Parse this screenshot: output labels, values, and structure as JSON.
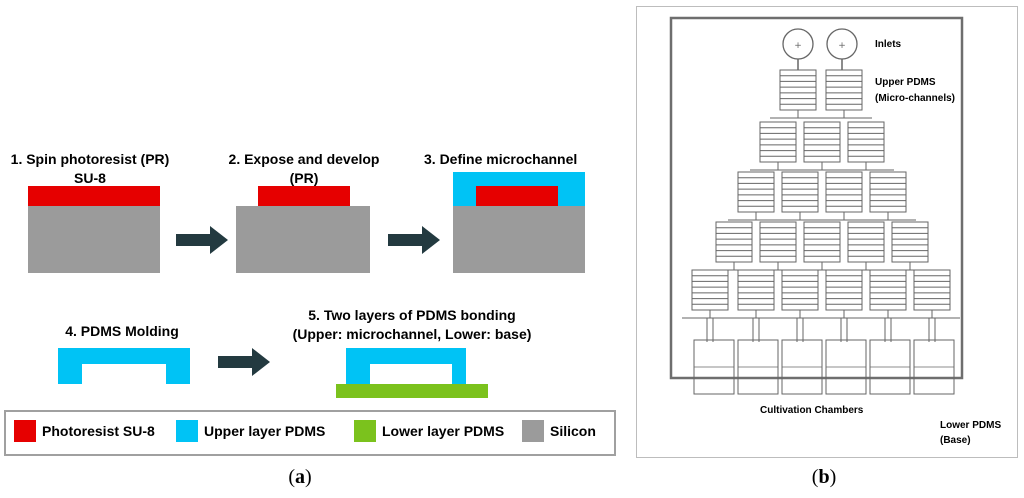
{
  "panel_a": {
    "steps": [
      {
        "title": "1. Spin photoresist (PR)\nSU-8"
      },
      {
        "title": "2. Expose and develop\n(PR)"
      },
      {
        "title": "3. Define microchannel"
      },
      {
        "title": "4. PDMS Molding"
      },
      {
        "title": "5. Two layers of PDMS bonding\n(Upper: microchannel, Lower: base)"
      }
    ],
    "legend": [
      {
        "label": "Photoresist SU-8",
        "color": "#e60000"
      },
      {
        "label": "Upper layer PDMS",
        "color": "#00c3f5"
      },
      {
        "label": "Lower layer PDMS",
        "color": "#7bc21d"
      },
      {
        "label": "Silicon",
        "color": "#9b9b9b"
      }
    ],
    "caption_letter": "a"
  },
  "panel_b": {
    "labels": {
      "inlets": "Inlets",
      "upper_pdms_line1": "Upper PDMS",
      "upper_pdms_line2": "(Micro-channels)",
      "cultivation": "Cultivation Chambers",
      "lower_pdms_line1": "Lower PDMS",
      "lower_pdms_line2": "(Base)"
    },
    "inlet_symbol": "+",
    "caption_letter": "b"
  },
  "colors": {
    "arrow": "#233a40",
    "border": "#a0a0a0",
    "channel": "#666666"
  }
}
